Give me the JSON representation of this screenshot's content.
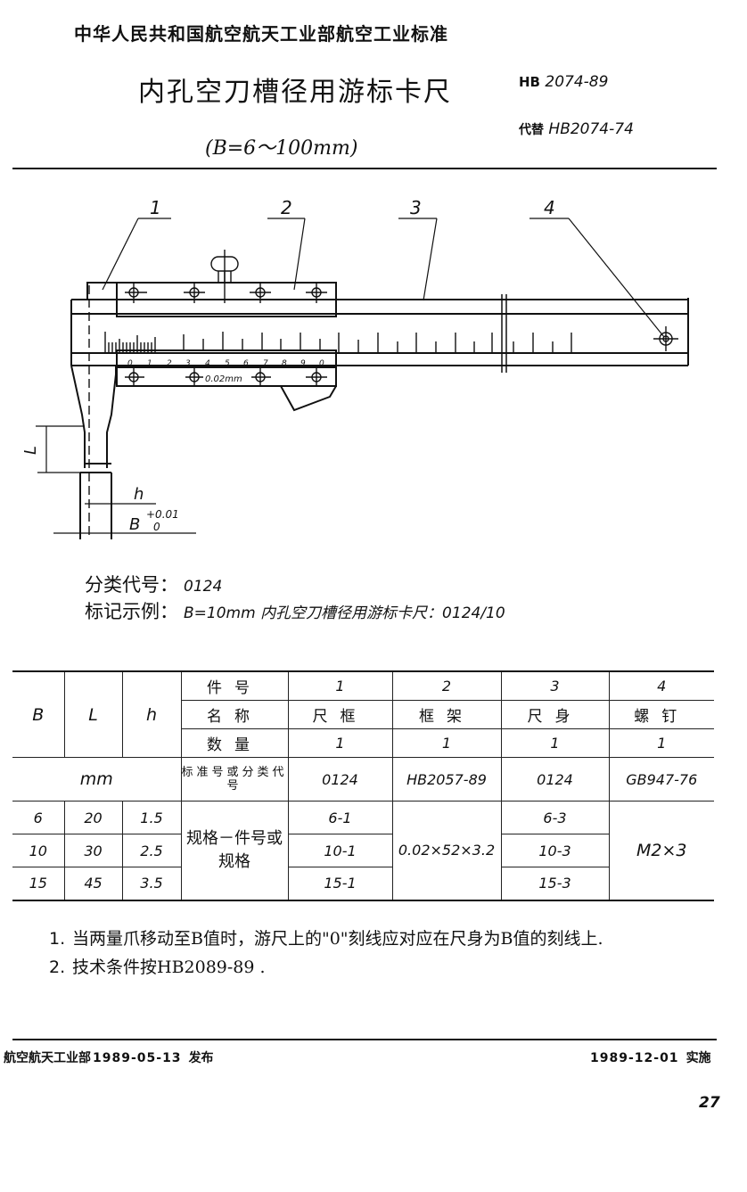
{
  "header": {
    "organization": "中华人民共和国航空航天工业部航空工业标准",
    "title": "内孔空刀槽径用游标卡尺",
    "range": "(B=6～100mm)",
    "standard_prefix": "HB",
    "standard_number": "2074-89",
    "replace_prefix": "代替",
    "replace_number": "HB2074-74"
  },
  "drawing": {
    "callouts": [
      "1",
      "2",
      "3",
      "4"
    ],
    "vernier_scale": [
      "0",
      "1",
      "2",
      "3",
      "4",
      "5",
      "6",
      "7",
      "8",
      "9",
      "0"
    ],
    "vernier_resolution": "0.02mm",
    "dim_L": "L",
    "dim_h": "h",
    "dim_B": "B",
    "tol_upper": "+0.01",
    "tol_lower": "0"
  },
  "classification": {
    "code_label": "分类代号：",
    "code_value": "0124",
    "example_label": "标记示例：",
    "example_value": "B=10mm 内孔空刀槽径用游标卡尺：0124/10"
  },
  "table": {
    "col_B": "B",
    "col_L": "L",
    "col_h": "h",
    "units": "mm",
    "row_labels": {
      "part_no": "件号",
      "name": "名称",
      "quantity": "数量",
      "std_code": "标准号或分类代号",
      "spec": "规格－件号或规格"
    },
    "parts": [
      {
        "part_no": "1",
        "name": "尺框",
        "quantity": "1",
        "std_code": "0124"
      },
      {
        "part_no": "2",
        "name": "框架",
        "quantity": "1",
        "std_code": "HB2057-89"
      },
      {
        "part_no": "3",
        "name": "尺身",
        "quantity": "1",
        "std_code": "0124"
      },
      {
        "part_no": "4",
        "name": "螺钉",
        "quantity": "1",
        "std_code": "GB947-76"
      }
    ],
    "rows": [
      {
        "B": "6",
        "L": "20",
        "h": "1.5",
        "p1": "6-1",
        "p3": "6-3"
      },
      {
        "B": "10",
        "L": "30",
        "h": "2.5",
        "p1": "10-1",
        "p3": "10-3"
      },
      {
        "B": "15",
        "L": "45",
        "h": "3.5",
        "p1": "15-1",
        "p3": "15-3"
      }
    ],
    "p2_spec": "0.02×52×3.2",
    "p4_spec": "M2×3"
  },
  "notes": [
    {
      "num": "1.",
      "text": "当两量爪移动至B值时，游尺上的\"0\"刻线应对应在尺身为B值的刻线上."
    },
    {
      "num": "2.",
      "text": "技术条件按HB2089-89 ."
    }
  ],
  "footer": {
    "issuer": "航空航天工业部",
    "issue_date": "1989-05-13",
    "issue_label": "发布",
    "effective_date": "1989-12-01",
    "effective_label": "实施",
    "page": "27"
  }
}
